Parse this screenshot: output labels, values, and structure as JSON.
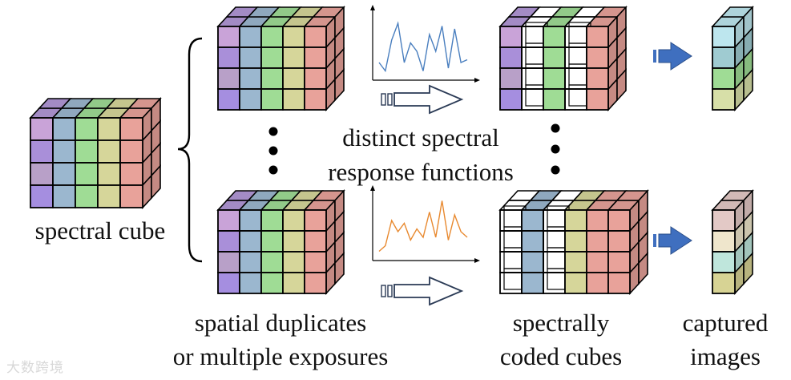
{
  "labels": {
    "spectral_cube": "spectral cube",
    "spectral_response_line1": "distinct spectral",
    "spectral_response_line2": "response functions",
    "duplicates_line1": "spatial duplicates",
    "duplicates_line2": "or multiple exposures",
    "coded_line1": "spectrally",
    "coded_line2": "coded cubes",
    "captured_line1": "captured",
    "captured_line2": "images"
  },
  "watermark": "大数跨境",
  "colors": {
    "cube_columns": [
      "#b197d6",
      "#9bb7cf",
      "#9fdc95",
      "#d6d69a",
      "#e8a29a"
    ],
    "cube_rows_tint": [
      "#c9a3d8",
      "#a98fd9",
      "#b8a0c8",
      "#a58ee0"
    ],
    "top_curve": "#4a7fbf",
    "bottom_curve": "#e8892f",
    "arrow_fill": "#3f6fbf",
    "outline": "#000000"
  },
  "icons": [
    "hollow-right-arrow-icon",
    "solid-right-arrow-icon",
    "brace-icon"
  ]
}
